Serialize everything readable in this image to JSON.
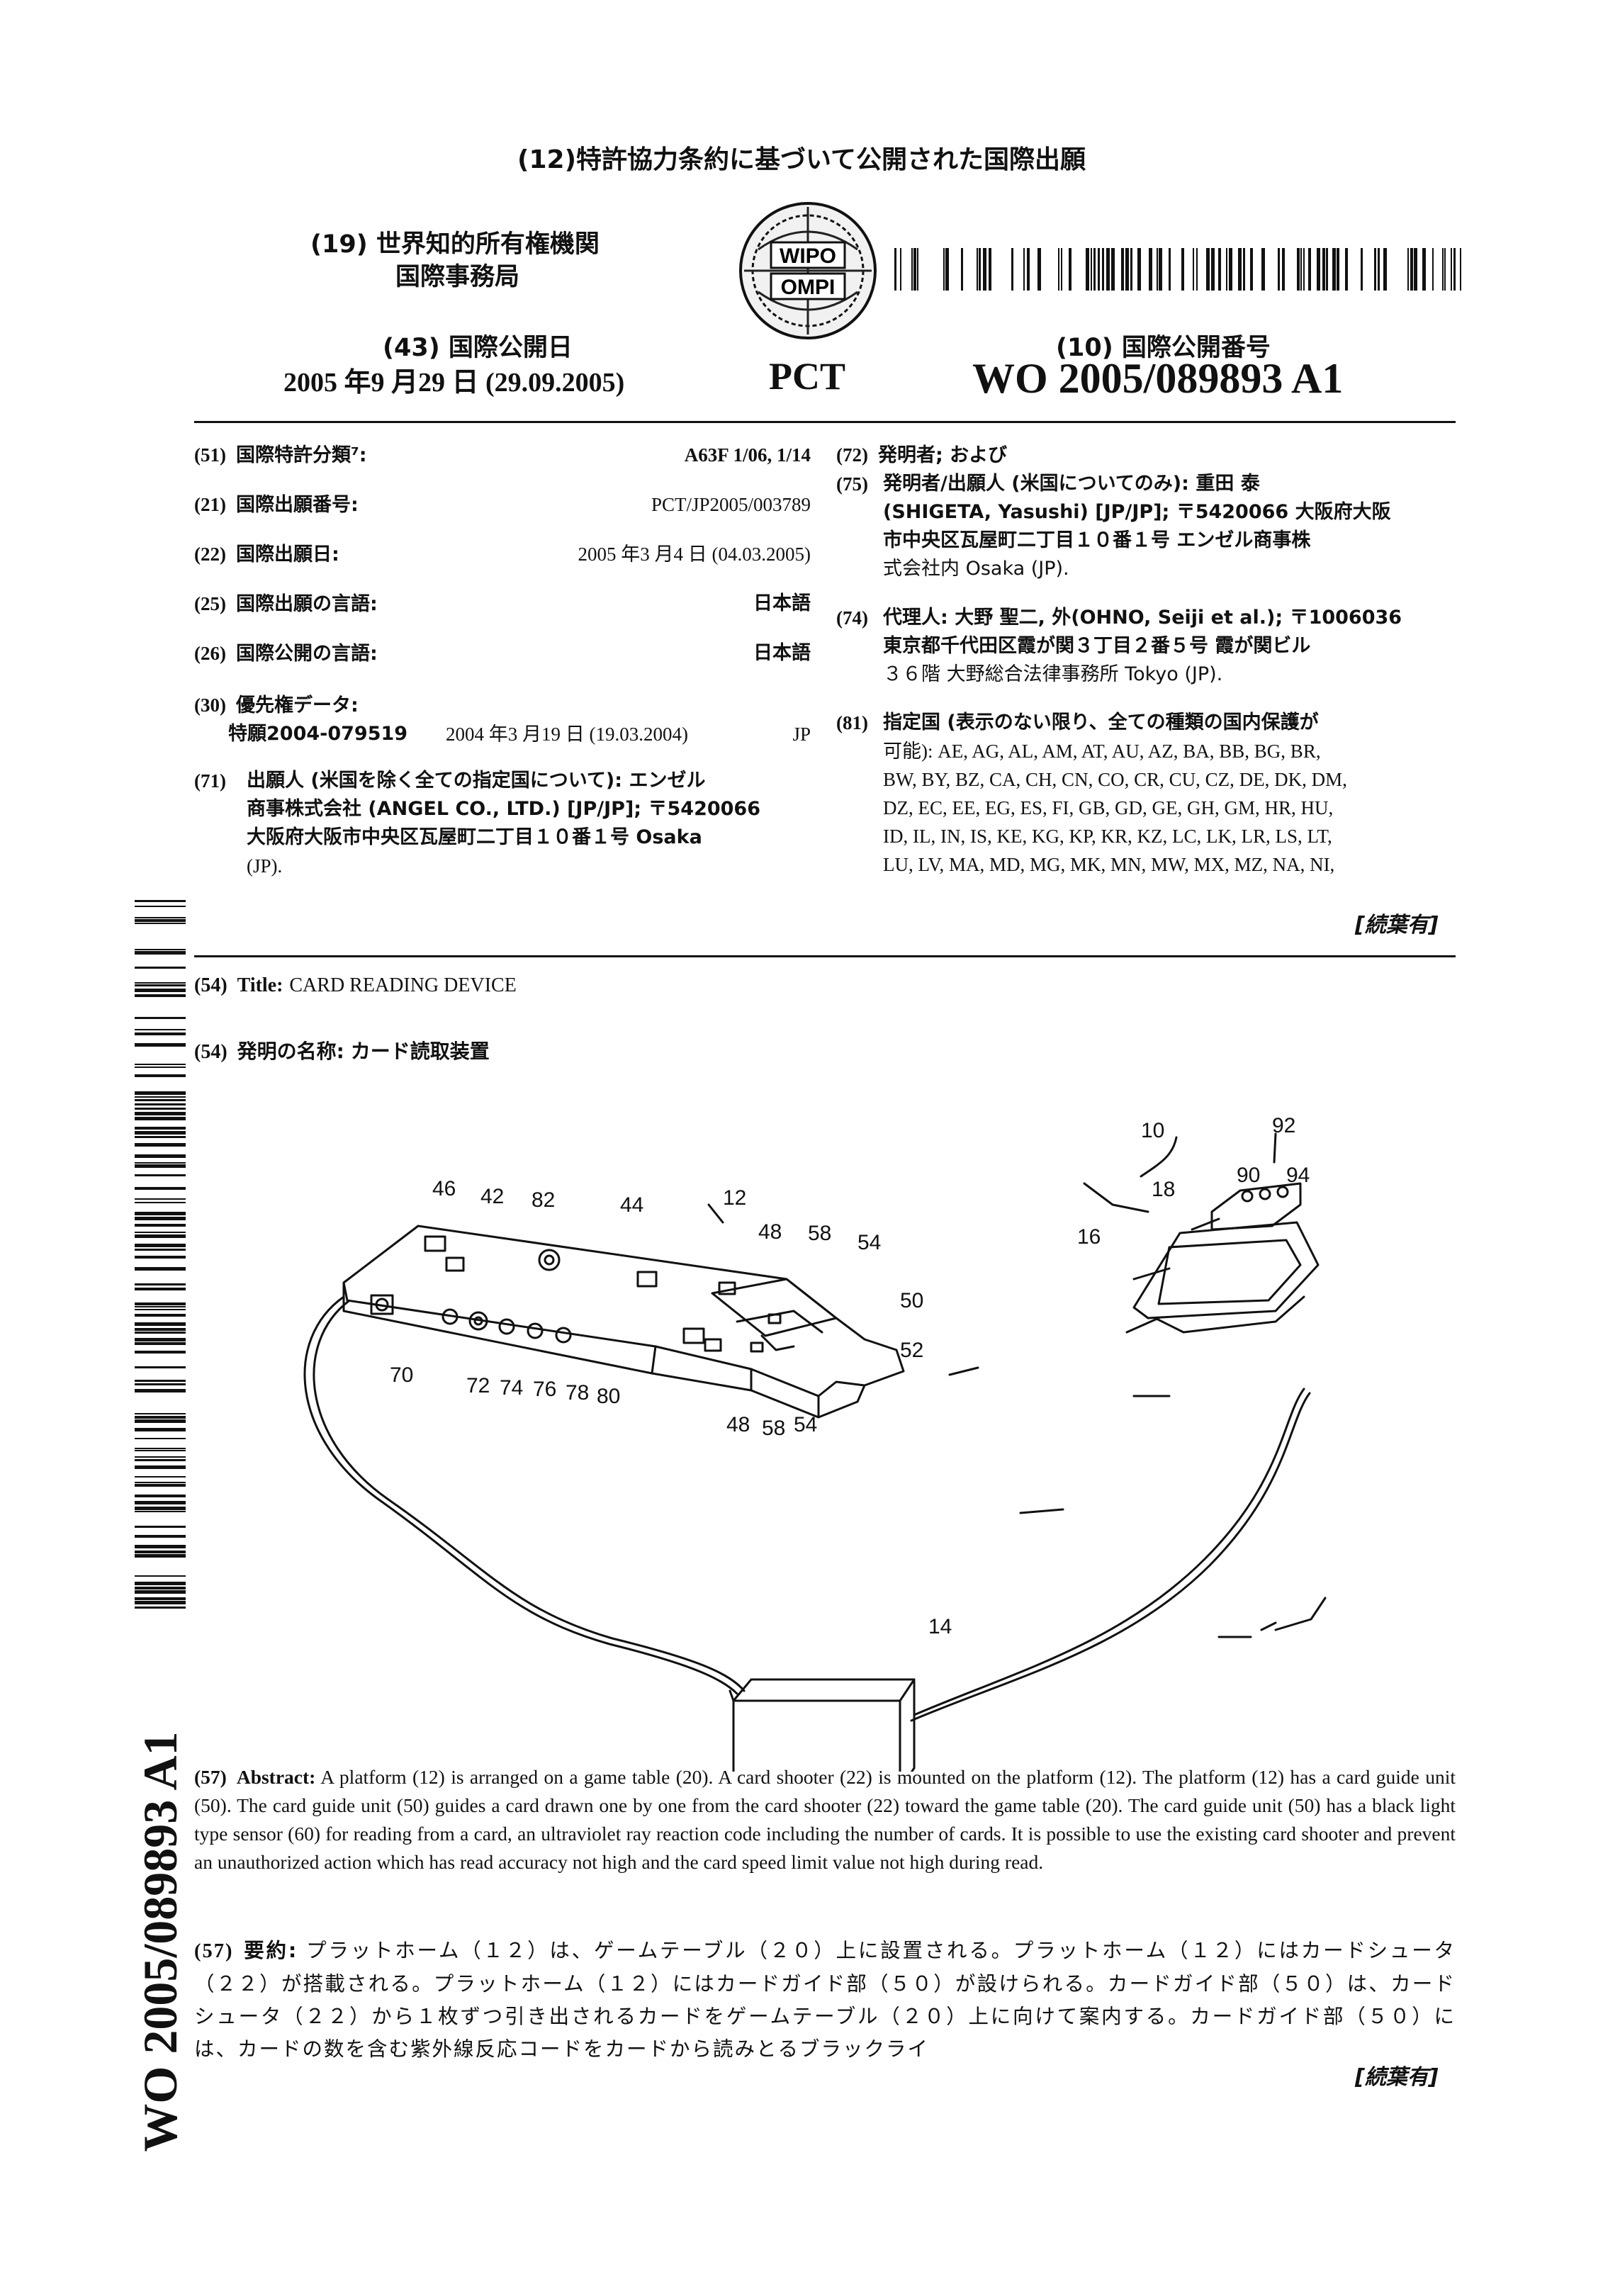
{
  "header": {
    "top_title": "(12)特許協力条約に基づいて公開された国際出願",
    "org_line1": "(19) 世界知的所有権機関",
    "org_line2": "国際事務局",
    "logo_top_text": "WIPO",
    "logo_bottom_text": "OMPI",
    "pub_date_label": "(43) 国際公開日",
    "pub_date_value": "2005 年9 月29 日 (29.09.2005)",
    "pct": "PCT",
    "pub_no_label": "(10) 国際公開番号",
    "pub_no_value": "WO 2005/089893 A1"
  },
  "left_fields": [
    {
      "code": "(51)",
      "label": "国際特許分類⁷:",
      "value": "A63F 1/06, 1/14"
    },
    {
      "code": "(21)",
      "label": "国際出願番号:",
      "value": "PCT/JP2005/003789"
    },
    {
      "code": "(22)",
      "label": "国際出願日:",
      "value": "2005 年3 月4 日 (04.03.2005)"
    },
    {
      "code": "(25)",
      "label": "国際出願の言語:",
      "value": "日本語"
    },
    {
      "code": "(26)",
      "label": "国際公開の言語:",
      "value": "日本語"
    }
  ],
  "priority": {
    "code": "(30)",
    "label": "優先権データ:",
    "app_no": "特願2004-079519",
    "date": "2004 年3 月19 日 (19.03.2004)",
    "country": "JP"
  },
  "applicant": {
    "code": "(71)",
    "lines": [
      "出願人 (米国を除く全ての指定国について): エンゼル",
      "商事株式会社 (ANGEL CO., LTD.) [JP/JP]; 〒5420066",
      "大阪府大阪市中央区瓦屋町二丁目１０番１号 Osaka",
      "(JP)."
    ]
  },
  "inventor": {
    "code72": "(72)",
    "line72": "発明者; および",
    "code75": "(75)",
    "lines": [
      "発明者/出願人 (米国についてのみ): 重田 泰",
      "(SHIGETA, Yasushi) [JP/JP]; 〒5420066 大阪府大阪",
      "市中央区瓦屋町二丁目１０番１号 エンゼル商事株",
      "式会社内 Osaka (JP)."
    ]
  },
  "agent": {
    "code": "(74)",
    "lines": [
      "代理人: 大野 聖二, 外(OHNO, Seiji et al.); 〒1006036",
      "東京都千代田区霞が関３丁目２番５号 霞が関ビル",
      "３６階 大野総合法律事務所 Tokyo (JP)."
    ]
  },
  "designated": {
    "code": "(81)",
    "lines": [
      "指定国 (表示のない限り、全ての種類の国内保護が",
      "可能): AE, AG, AL, AM, AT, AU, AZ, BA, BB, BG, BR,",
      "BW, BY, BZ, CA, CH, CN, CO, CR, CU, CZ, DE, DK, DM,",
      "DZ, EC, EE, EG, ES, FI, GB, GD, GE, GH, GM, HR, HU,",
      "ID, IL, IN, IS, KE, KG, KP, KR, KZ, LC, LK, LR, LS, LT,",
      "LU, LV, MA, MD, MG, MK, MN, MW, MX, MZ, NA, NI,"
    ]
  },
  "continued_label": "[続葉有]",
  "title_en": {
    "code": "(54)",
    "label": "Title:",
    "text": "CARD READING DEVICE"
  },
  "title_jp": {
    "code": "(54)",
    "label": "発明の名称:",
    "text": "カード読取装置"
  },
  "figure_labels": [
    "10",
    "12",
    "14",
    "16",
    "18",
    "42",
    "44",
    "46",
    "48",
    "48",
    "50",
    "52",
    "54",
    "54",
    "58",
    "58",
    "70",
    "72",
    "74",
    "76",
    "78",
    "80",
    "82",
    "90",
    "92",
    "94"
  ],
  "abstract_en": {
    "code": "(57)",
    "label": "Abstract:",
    "text": "A platform (12) is arranged on a game table (20). A card shooter (22) is mounted on the platform (12). The platform (12) has a card guide unit (50). The card guide unit (50) guides a card drawn one by one from the card shooter (22) toward the game table (20). The card guide unit (50) has a black light type sensor (60) for reading from a card, an ultraviolet ray reaction code including the number of cards. It is possible to use the existing card shooter and prevent an unauthorized action which has read accuracy not high and the card speed limit value not high during read."
  },
  "abstract_jp": {
    "code": "(57)",
    "label": "要約:",
    "text": "プラットホーム（１２）は、ゲームテーブル（２０）上に設置される。プラットホーム（１２）にはカードシュータ（２２）が搭載される。プラットホーム（１２）にはカードガイド部（５０）が設けられる。カードガイド部（５０）は、カードシュータ（２２）から１枚ずつ引き出されるカードをゲームテーブル（２０）上に向けて案内する。カードガイド部（５０）には、カードの数を含む紫外線反応コードをカードから読みとるブラックライ"
  },
  "continued_label_bottom": "[続葉有]",
  "side_pub_no": "WO 2005/089893 A1"
}
